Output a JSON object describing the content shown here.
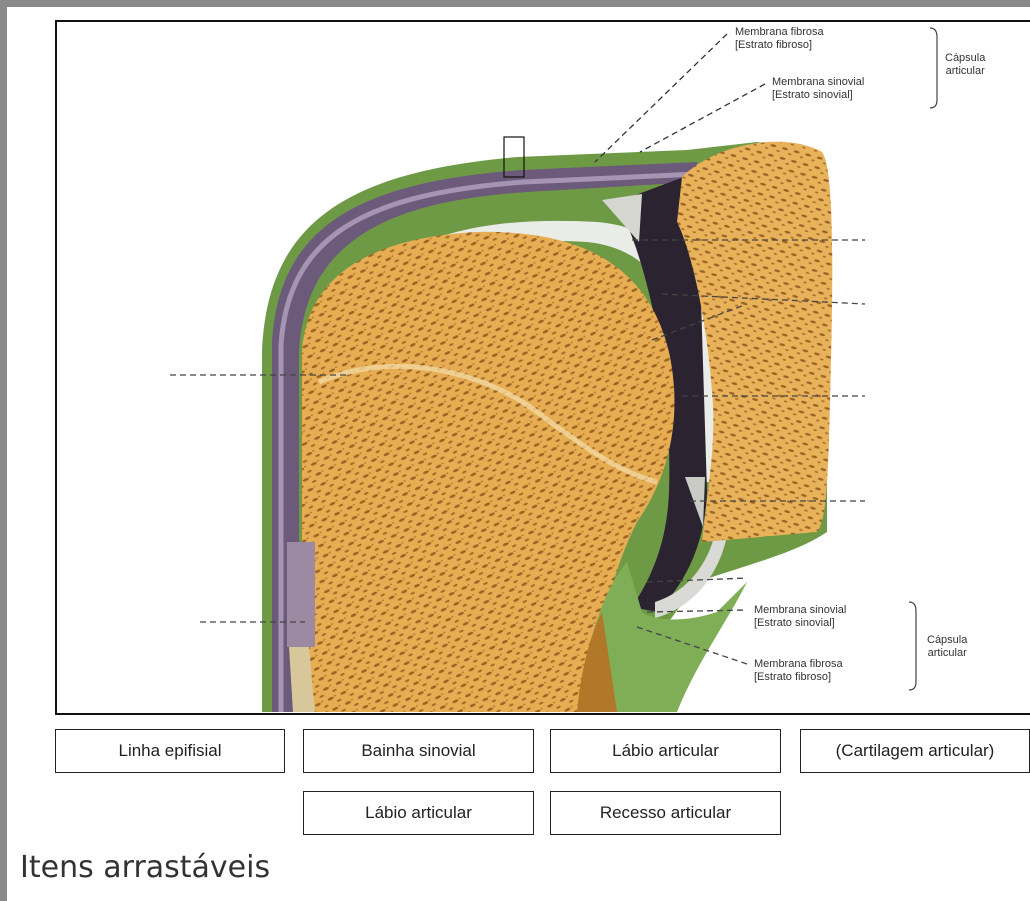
{
  "diagram": {
    "capsule_top": {
      "fibrous_label": "Membrana fibrosa",
      "fibrous_sub": "[Estrato fibroso]",
      "synovial_label": "Membrana sinovial",
      "synovial_sub": "[Estrato sinovial]",
      "capsule_label": "Cápsula",
      "capsule_sub": "articular"
    },
    "capsule_bottom": {
      "synovial_label": "Membrana sinovial",
      "synovial_sub": "[Estrato sinovial]",
      "fibrous_label": "Membrana fibrosa",
      "fibrous_sub": "[Estrato fibroso]",
      "capsule_label": "Cápsula",
      "capsule_sub": "articular"
    }
  },
  "drag_items": [
    {
      "label": "Linha epifisial"
    },
    {
      "label": "Bainha sinovial"
    },
    {
      "label": "Lábio articular"
    },
    {
      "label": "(Cartilagem articular)"
    },
    {
      "label": "Lábio articular"
    },
    {
      "label": "Recesso articular"
    }
  ],
  "section": {
    "heading": "Itens arrastáveis"
  },
  "colors": {
    "bone": "#e2a94d",
    "bone_pores": "#8a5a1f",
    "sheath": "#6e5a78",
    "cartilage": "#e8ebe6",
    "fibrous": "#5f8a3c",
    "frame": "#8a8a8a"
  }
}
